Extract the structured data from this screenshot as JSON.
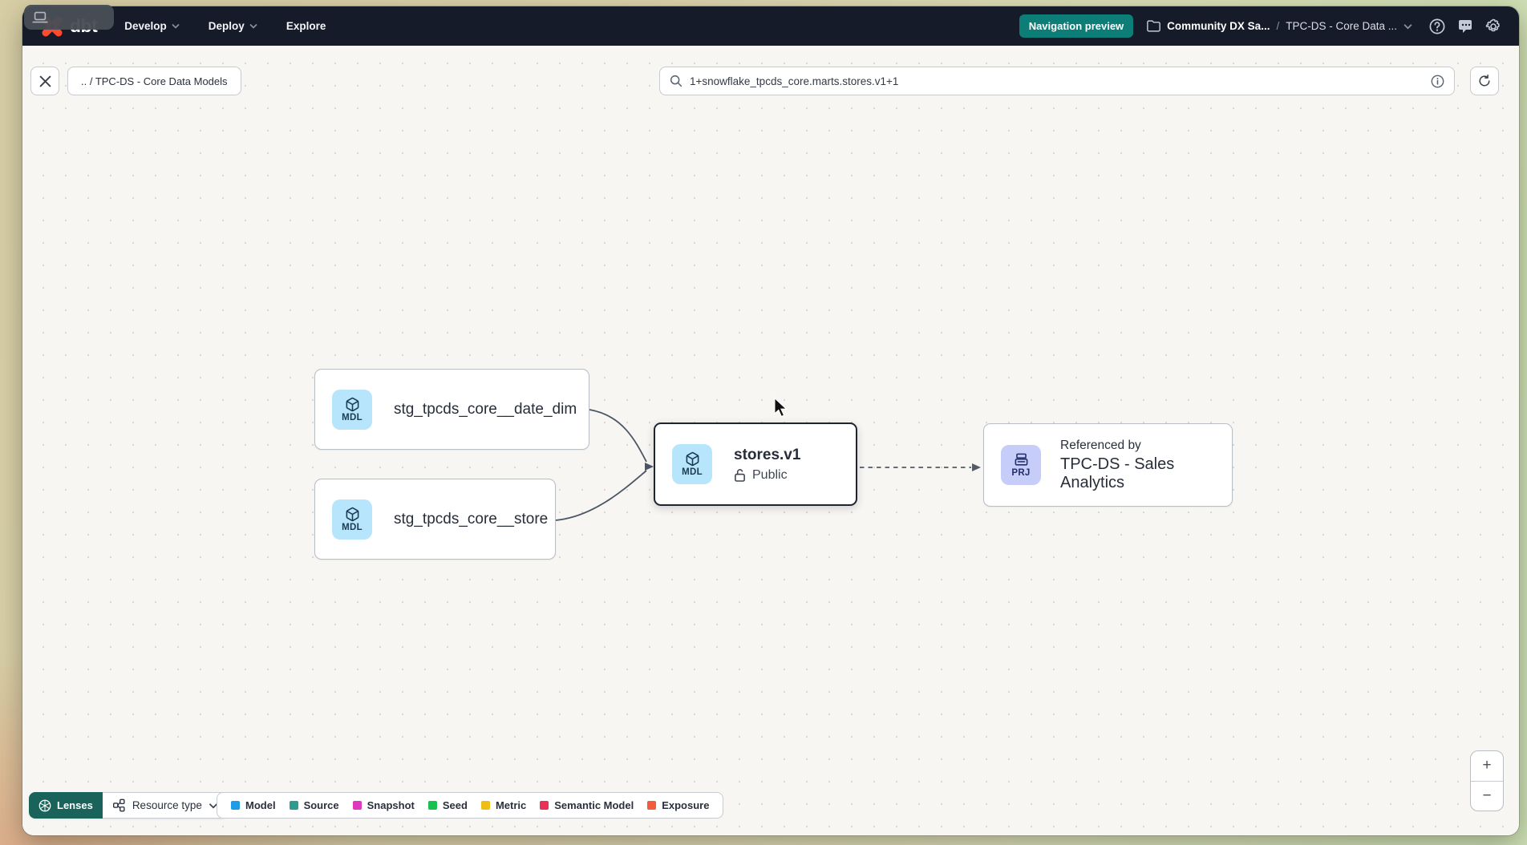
{
  "navbar": {
    "logo_text": "dbt",
    "menu": [
      {
        "label": "Develop"
      },
      {
        "label": "Deploy"
      },
      {
        "label": "Explore"
      }
    ],
    "badge": "Navigation preview",
    "breadcrumb": {
      "account": "Community DX Sa...",
      "separator": "/",
      "project": "TPC-DS - Core Data ..."
    }
  },
  "toolbar": {
    "path_chip": ".. / TPC-DS - Core Data Models",
    "search_value": "1+snowflake_tpcds_core.marts.stores.v1+1"
  },
  "graph": {
    "nodes": [
      {
        "badge": "MDL",
        "label": "stg_tpcds_core__date_dim"
      },
      {
        "badge": "MDL",
        "label": "stg_tpcds_core__store"
      },
      {
        "badge": "MDL",
        "label": "stores.v1",
        "visibility": "Public"
      },
      {
        "badge": "PRJ",
        "sublabel": "Referenced by",
        "label": "TPC-DS - Sales Analytics"
      }
    ]
  },
  "footer": {
    "lenses_label": "Lenses",
    "resource_type_label": "Resource type",
    "legend": [
      {
        "label": "Model",
        "color": "#1e9be6"
      },
      {
        "label": "Source",
        "color": "#2d9b8f"
      },
      {
        "label": "Snapshot",
        "color": "#de37c0"
      },
      {
        "label": "Seed",
        "color": "#18c14e"
      },
      {
        "label": "Metric",
        "color": "#edbf12"
      },
      {
        "label": "Semantic Model",
        "color": "#ea3158"
      },
      {
        "label": "Exposure",
        "color": "#f05c3c"
      }
    ]
  },
  "zoom_controls": {
    "zoom_in": "+",
    "zoom_out": "−"
  }
}
